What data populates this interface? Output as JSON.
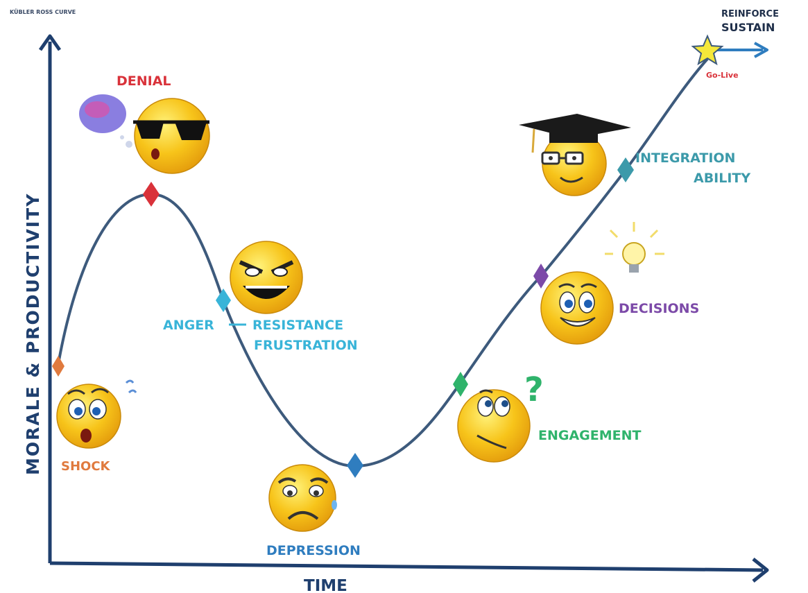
{
  "header": {
    "title": "KÜBLER ROSS CURVE"
  },
  "axes": {
    "y_label": "MORALE & PRODUCTIVITY",
    "x_label": "TIME"
  },
  "stages": {
    "shock": "SHOCK",
    "denial": "DENIAL",
    "anger": "ANGER",
    "resistance": "RESISTANCE",
    "frustration": "FRUSTRATION",
    "depression": "DEPRESSION",
    "engagement": "ENGAGEMENT",
    "decisions": "DECISIONS",
    "integration": "INTEGRATION",
    "ability": "ABILITY",
    "go_live": "Go-Live",
    "reinforce": "REINFORCE",
    "sustain": "SUSTAIN"
  },
  "icons": [
    "shocked-face-icon",
    "sunglasses-face-icon",
    "angry-face-icon",
    "sad-face-icon",
    "confused-face-icon",
    "smiling-face-icon",
    "graduate-face-icon",
    "lightbulb-icon",
    "star-icon",
    "question-mark-icon",
    "thought-bubble-icon"
  ],
  "colors": {
    "curve": "#3d5a7c",
    "axis": "#1f3f6e",
    "shock": "#e07a3e",
    "denial": "#d9323a",
    "anger": "#39b4d8",
    "depression": "#2f7dbf",
    "engagement": "#2fb36b",
    "decisions": "#7c4aa8",
    "integration": "#3c9aaa",
    "face": "#f7c41a"
  }
}
